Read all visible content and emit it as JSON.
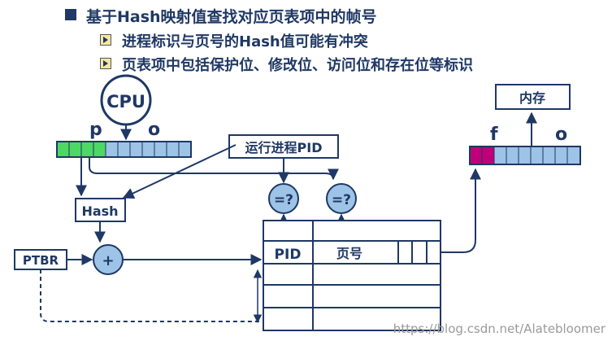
{
  "bullets": {
    "main": "基于Hash映射值查找对应页表项中的帧号",
    "sub1": "进程标识与页号的Hash值可能有冲突",
    "sub2": "页表项中包括保护位、修改位、访问位和存在位等标识"
  },
  "diagram": {
    "cpu": "CPU",
    "p": "p",
    "o": "o",
    "f": "f",
    "o2": "o",
    "memory": "内存",
    "pid_box": "运行进程PID",
    "compare1": "=?",
    "compare2": "=?",
    "hash": "Hash",
    "ptbr": "PTBR",
    "plus": "+",
    "table_pid": "PID",
    "table_pagenum": "页号"
  },
  "watermark": "https://blog.csdn.net/Alatebloomer",
  "colors": {
    "text_dark": "#1f3864",
    "box_blue": "#9dc3e6",
    "box_green": "#4cd963",
    "box_magenta": "#c0007a",
    "circle_fill": "#9dc3e6",
    "line": "#1f3864"
  }
}
